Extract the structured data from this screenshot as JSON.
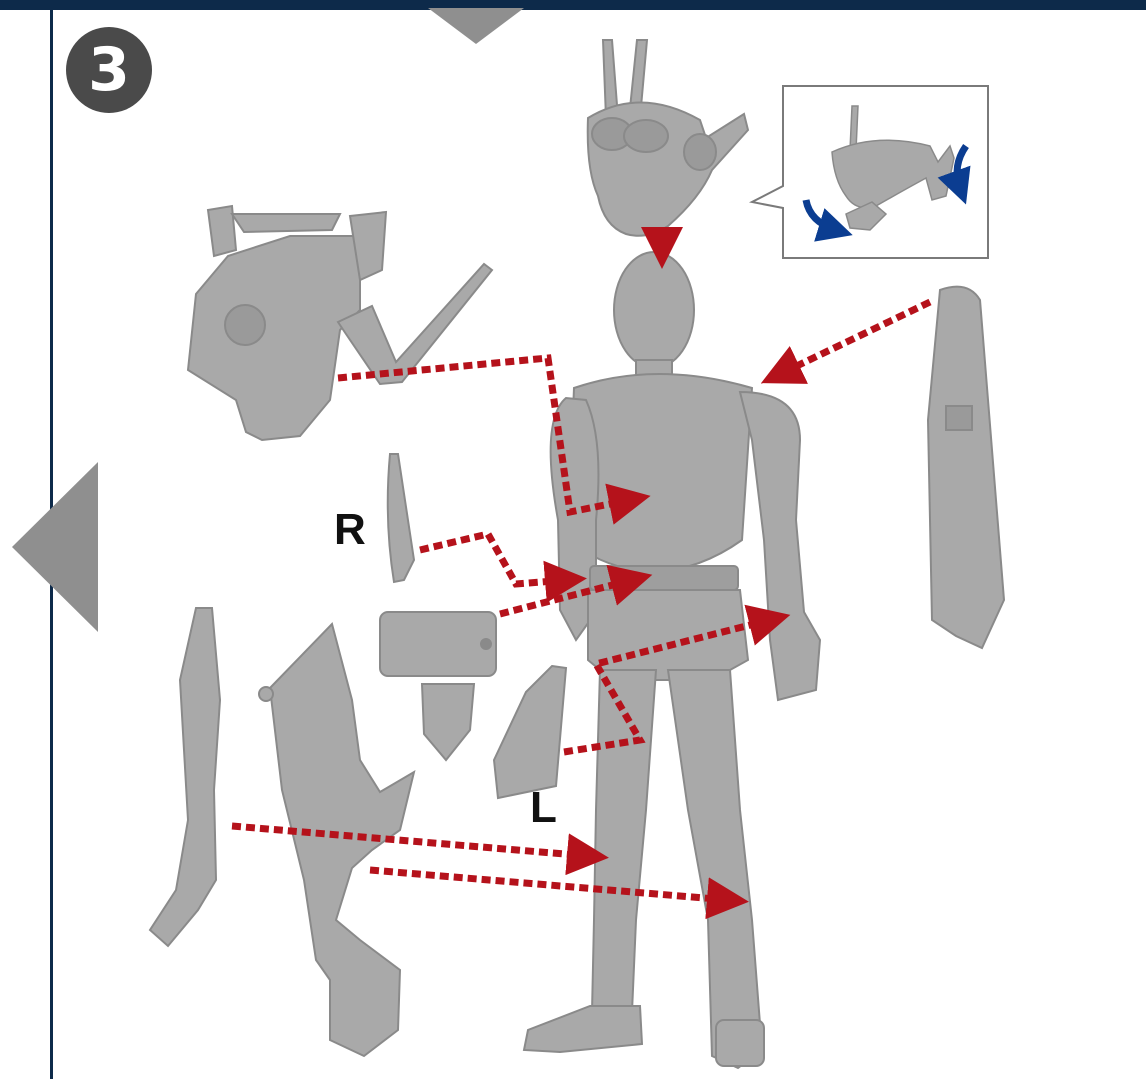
{
  "step": {
    "number": "3"
  },
  "labels": {
    "right": "R",
    "left": "L"
  },
  "colors": {
    "frame_navy": "#0d2a4a",
    "part_gray": "#a9a9a9",
    "arrow_red": "#b5121b",
    "rotate_blue": "#0b3d91",
    "nav_gray": "#8f8f8f"
  },
  "icons": {
    "step_badge": "circled-number",
    "nav_down": "triangle-down-icon",
    "nav_left": "triangle-left-icon",
    "rotate": "curved-arrow-icon"
  }
}
